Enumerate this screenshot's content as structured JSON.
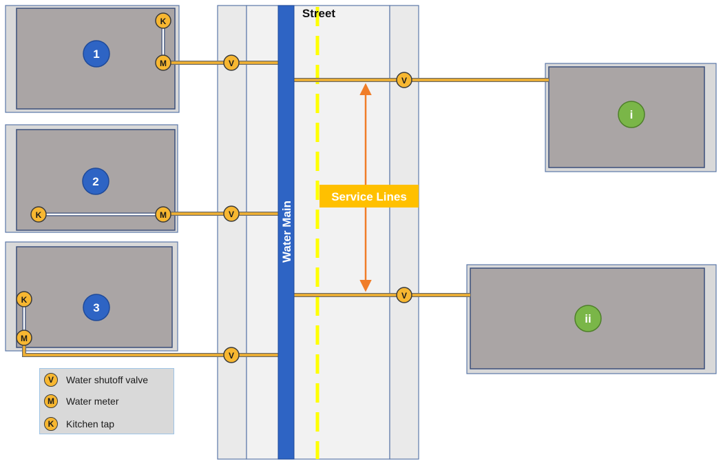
{
  "street": {
    "label": "Street"
  },
  "water_main": {
    "label": "Water Main"
  },
  "service_lines": {
    "label": "Service Lines"
  },
  "houses_left": [
    {
      "number": "1"
    },
    {
      "number": "2"
    },
    {
      "number": "3"
    }
  ],
  "houses_right": [
    {
      "number": "i"
    },
    {
      "number": "ii"
    }
  ],
  "symbols": {
    "valve": "V",
    "meter": "M",
    "tap": "K"
  },
  "legend": {
    "items": [
      {
        "symbol": "V",
        "label": "Water shutoff valve"
      },
      {
        "symbol": "M",
        "label": "Water meter"
      },
      {
        "symbol": "K",
        "label": "Kitchen tap"
      }
    ]
  },
  "colors": {
    "water_main": "#2e64c4",
    "house_badge_left": "#2e64c4",
    "house_badge_right": "#7ab648",
    "pipe": "#f2b131",
    "service_label_bg": "#ffc000",
    "arrow": "#f07d28",
    "center_line": "#ffff00",
    "house_fill": "#aaa5a5",
    "lot_fill": "#d9d9d9"
  }
}
